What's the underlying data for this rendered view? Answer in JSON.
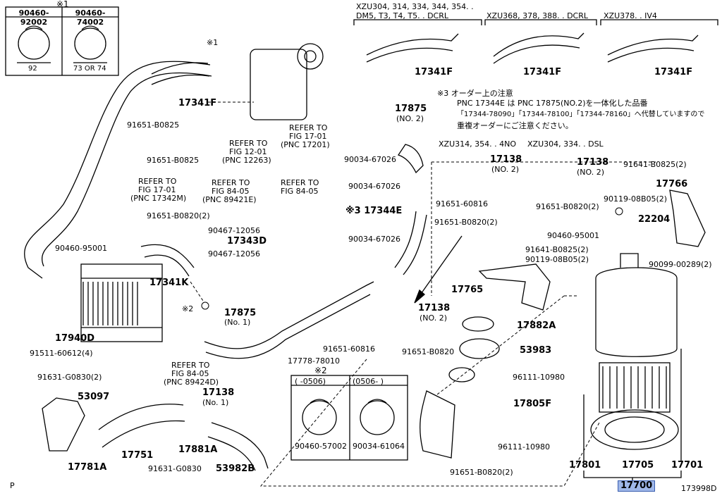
{
  "legend_top": {
    "mark": "※1",
    "left_part": "90460-92002",
    "left_dim": "92",
    "right_part": "90460-74002",
    "right_dim": "73 OR 74"
  },
  "legend_bottom": {
    "mark": "※2",
    "col1_range": "(    -0506)",
    "col2_range": "(0506-     )",
    "col1_part": "90460-57002",
    "col2_part": "90034-61064"
  },
  "variants": [
    {
      "title": "XZU304, 314, 334, 344, 354. .",
      "title2": "DM5, T3, T4, T5. . DCRL",
      "part": "17341F"
    },
    {
      "title": "XZU368, 378, 388. . DCRL",
      "title2": "",
      "part": "17341F"
    },
    {
      "title": "XZU378. . IV4",
      "title2": "",
      "part": "17341F"
    }
  ],
  "note": {
    "title": "※3 オーダー上の注意",
    "line1": "PNC 17344E は PNC 17875(NO.2)を一体化した品番",
    "line2": "「17344-78090」「17344-78100」「17344-78160」へ代替していますので",
    "line3": "重複オーダーにご注意ください。"
  },
  "bracket_titles": {
    "left": "XZU314, 354. . 4NO",
    "right": "XZU304, 334. . DSL"
  },
  "refs": {
    "r1": [
      "REFER TO",
      "FIG 12-01",
      "(PNC 12263)"
    ],
    "r2": [
      "REFER TO",
      "FIG 17-01",
      "(PNC 17201)"
    ],
    "r3": [
      "REFER TO",
      "FIG 17-01",
      "(PNC 17342M)"
    ],
    "r4": [
      "REFER TO",
      "FIG 84-05",
      "(PNC 89421E)"
    ],
    "r5": [
      "REFER TO",
      "FIG 84-05"
    ],
    "r6": [
      "REFER TO",
      "FIG 84-05",
      "(PNC 89424D)"
    ]
  },
  "labels": {
    "mark1": "※1",
    "p17341F_main": "17341F",
    "b0825a": "91651-B0825",
    "b0825b": "91651-B0825",
    "b0820a": "91651-B0820(2)",
    "c95001a": "90460-95001",
    "p17341K": "17341K",
    "mark2a": "※2",
    "p17940D": "17940D",
    "f60612": "91511-60612(4)",
    "g0830_2": "91631-G0830(2)",
    "p53097": "53097",
    "p17751": "17751",
    "p17781A": "17781A",
    "p17881A": "17881A",
    "g0830": "91631-G0830",
    "p53982B": "53982B",
    "p17138_no1": "17138",
    "p17138_no1_sub": "(No. 1)",
    "p17875_no1": "17875",
    "p17875_no1_sub": "(No. 1)",
    "p78010": "17778-78010",
    "c12056a": "90467-12056",
    "p17343D": "17343D",
    "c12056b": "90467-12056",
    "p17875_no2": "17875",
    "p17875_no2_sub": "(NO. 2)",
    "c67026a": "90034-67026",
    "c67026b": "90034-67026",
    "p17344E": "※3 17344E",
    "c67026c": "90034-67026",
    "p17138_a": "17138",
    "p17138_a_sub": "(NO. 2)",
    "p60816a": "91651-60816",
    "b0820b": "91651-B0820(2)",
    "p17138_b": "17138",
    "p17138_b_sub": "(NO. 2)",
    "b0820c": "91651-B0820(2)",
    "p17138_c": "17138",
    "p17138_c_sub": "(NO. 2)",
    "p60816b": "91651-60816",
    "b0820d": "91651-B0820",
    "b0825c": "91641-B0825(2)",
    "p17766": "17766",
    "c08805a": "90119-08B05(2)",
    "p22204": "22204",
    "c95001b": "90460-95001",
    "b0825d": "91641-B0825(2)",
    "c08805b": "90119-08B05(2)",
    "c00289": "90099-00289(2)",
    "p17765": "17765",
    "p17882A": "17882A",
    "p53983": "53983",
    "c10980a": "96111-10980",
    "p17805F": "17805F",
    "c10980b": "96111-10980",
    "b0820e": "91651-B0820(2)",
    "p17801": "17801",
    "p17705": "17705",
    "p17701": "17701",
    "p17700": "17700",
    "page_p": "P",
    "fig_id": "173998D"
  }
}
